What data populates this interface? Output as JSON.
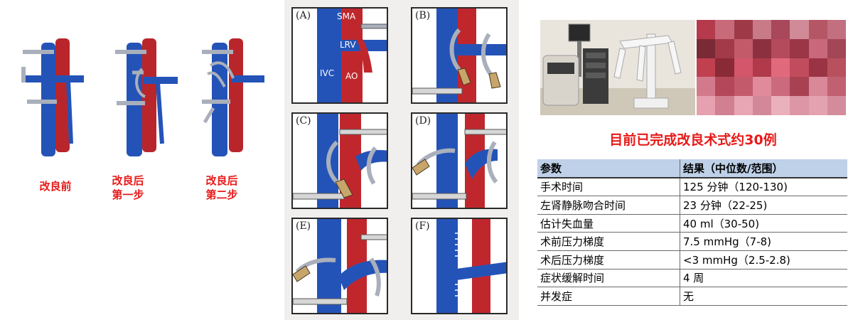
{
  "left": {
    "labels": [
      "改良前",
      "改良后\n第一步",
      "改良后\n第二步"
    ]
  },
  "panels": {
    "labels": [
      "(A)",
      "(B)",
      "(C)",
      "(D)",
      "(E)",
      "(F)"
    ],
    "vessels": {
      "sma": "SMA",
      "lrv": "LRV",
      "ivc": "IVC",
      "ao": "AO"
    }
  },
  "right": {
    "headline": "目前已完成改良术式约30例",
    "table": {
      "headers": [
        "参数",
        "结果（中位数/范围）"
      ],
      "rows": [
        [
          "手术时间",
          "125 分钟（120-130)"
        ],
        [
          "左肾静脉吻合时间",
          "23 分钟（22-25)"
        ],
        [
          "估计失血量",
          "40 ml（30-50)"
        ],
        [
          "术前压力梯度",
          "7.5 mmHg（7-8)"
        ],
        [
          "术后压力梯度",
          "<3 mmHg（2.5-2.8)"
        ],
        [
          "症状缓解时间",
          "4 周"
        ],
        [
          "并发症",
          "无"
        ]
      ]
    }
  },
  "colors": {
    "vein": "#2453b8",
    "artery": "#c0272d",
    "accent": "#e81a1a",
    "table_header": "#bfd1e8"
  }
}
